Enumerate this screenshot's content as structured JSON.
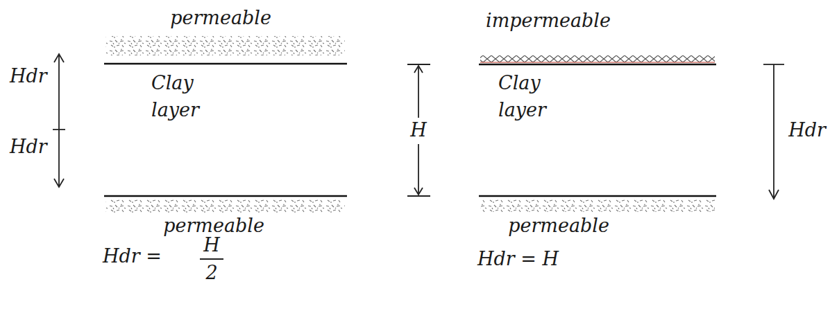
{
  "diagram": {
    "labels": [
      "permeable",
      "impermeable",
      "Hdr",
      "Clay layer",
      "H",
      "Clay layer",
      "Hdr",
      "Hdr",
      "permeable",
      "permeable",
      "Hdr =",
      "H",
      "2",
      "Hdr = H"
    ]
  }
}
